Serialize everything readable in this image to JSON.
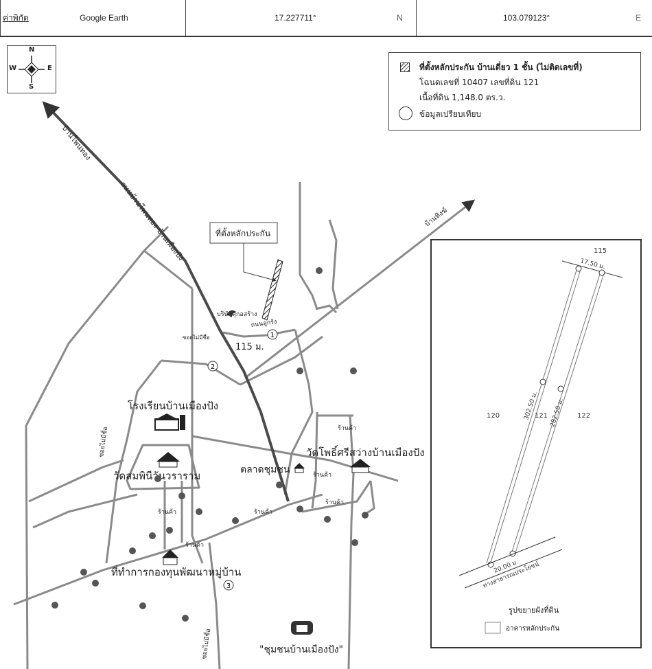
{
  "header": {
    "coord_label": "ค่าพิกัด",
    "source": "Google Earth",
    "latitude": "17.227711°",
    "lat_dir": "N",
    "longitude": "103.079123°",
    "lon_dir": "E"
  },
  "compass": {
    "n": "N",
    "s": "S",
    "e": "E",
    "w": "W"
  },
  "legend": {
    "subject_line1": "ที่ตั้งหลักประกัน บ้านเดี่ยว 1 ชั้น (ไม่ติดเลขที่)",
    "subject_line2": "โฉนดเลขที่ 10407 เลขที่ดิน 121",
    "subject_line3": "เนื้อที่ดิน 1,148.0 ตร.ว.",
    "comparison": "ข้อมูลเปรียบเทียบ"
  },
  "map": {
    "road_to_ban_phonthong": "บ้านโพนทอง",
    "road_main": "ถนนบ้านโพนทอง-บ้านเมืองปัง",
    "road_to_ban_khong": "บ้านทิงฆ์",
    "subject_callout": "ที่ตั้งหลักประกัน",
    "company_label": "บริษัทสุกอสร้าง",
    "road_label_khong": "ถนนลูกรัง",
    "alley_label": "ซอยไม่มีชื่อ",
    "distance": "115 ม.",
    "marker_1": "1",
    "marker_2": "2",
    "marker_3": "3",
    "school": "โรงเรียนบ้านเมืองปัง",
    "temple_west": "วัดสมพินีวันวราราม",
    "temple_east": "วัดโพธิ์ศรีสว่างบ้านเมืองปัง",
    "market": "ตลาดชุมชน",
    "shop": "ร้านค้า",
    "alley_west": "ซอยไม่มีชื่อ",
    "alley_south": "ซอยไม่มีชื่อ",
    "office": "ที่ทำการกองทุนพัฒนาหมู่บ้าน",
    "community": "\"ชุมชนบ้านเมืองปัง\""
  },
  "plot_detail": {
    "north_neighbor": "115",
    "front_width": "17.50 ม.",
    "left_neighbor": "120",
    "parcel": "121",
    "right_neighbor": "122",
    "left_length": "302.50 ม.",
    "right_length": "282.50 ม.",
    "back_width": "20.00 ม.",
    "road": "ทางสาธารณประโยชน์",
    "title": "รูปขยายผังที่ดิน",
    "building_legend": "อาคารหลักประกัน"
  },
  "colors": {
    "road": "#7a7a7a",
    "main_road": "#444444",
    "ink": "#222222"
  }
}
